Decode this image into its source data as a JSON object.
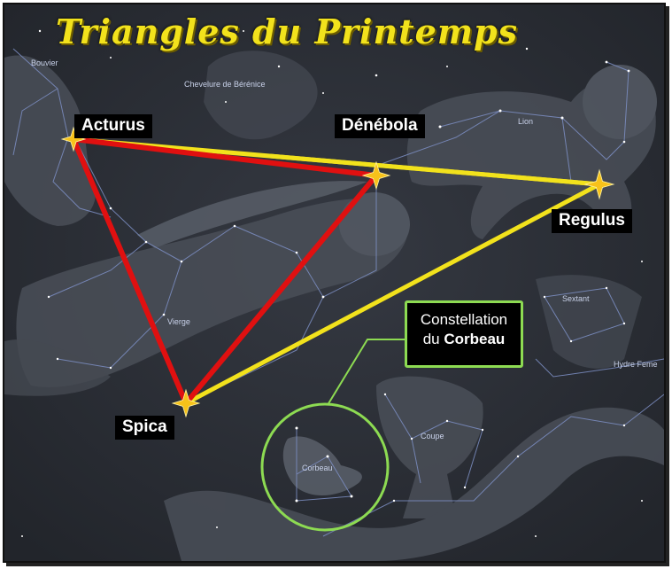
{
  "title": "Triangles du Printemps",
  "constellations": {
    "bouvier": "Bouvier",
    "chevelure": "Chevelure de Bérénice",
    "lion": "Lion",
    "vierge": "Vierge",
    "sextant": "Sextant",
    "hydre": "Hydre Feme",
    "coupe": "Coupe",
    "corbeau": "Corbeau"
  },
  "stars": {
    "acturus": "Acturus",
    "denebola": "Dénébola",
    "regulus": "Regulus",
    "spica": "Spica"
  },
  "callout": {
    "line1": "Constellation",
    "line2_prefix": "du ",
    "line2_bold": "Corbeau"
  },
  "colors": {
    "background": "#2a2d33",
    "title": "#f2e21c",
    "yellow_triangle": "#f2e21c",
    "red_triangle": "#e01010",
    "callout_border": "#8ddb52",
    "constellation_lines": "#7d8fc4"
  }
}
